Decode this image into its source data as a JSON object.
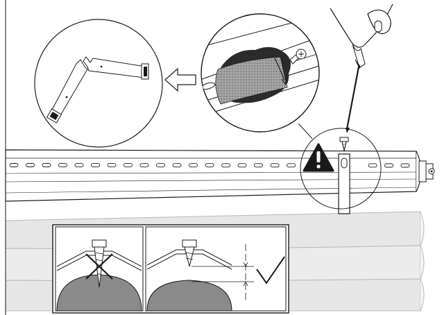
{
  "figure": {
    "kind": "installation-instruction-illustration",
    "panels": [
      {
        "id": "roller-tube-overview",
        "icon": "roller-tube"
      },
      {
        "id": "magnified-screw-detail",
        "icon": "magnifier-circle"
      },
      {
        "id": "broken-tube-inset",
        "icon": "bent-tube"
      },
      {
        "id": "wrong-long-screw",
        "icon": "cross-mark"
      },
      {
        "id": "correct-short-screw",
        "icon": "check-mark"
      }
    ],
    "symbols": {
      "warning": "warning-triangle-icon",
      "arrow": "left-arrow-icon",
      "tool": "screwdriver-icon",
      "ok": "check-mark-icon",
      "not_ok": "cross-mark-icon"
    },
    "colors": {
      "line": "#1a1a1a",
      "fabric": "#e6e6e6",
      "fabric_fold": "#f4f4f4",
      "cutaway": "#2b2b2b",
      "shaft": "#8f8f8f",
      "mound": "#8a8a8a"
    }
  }
}
